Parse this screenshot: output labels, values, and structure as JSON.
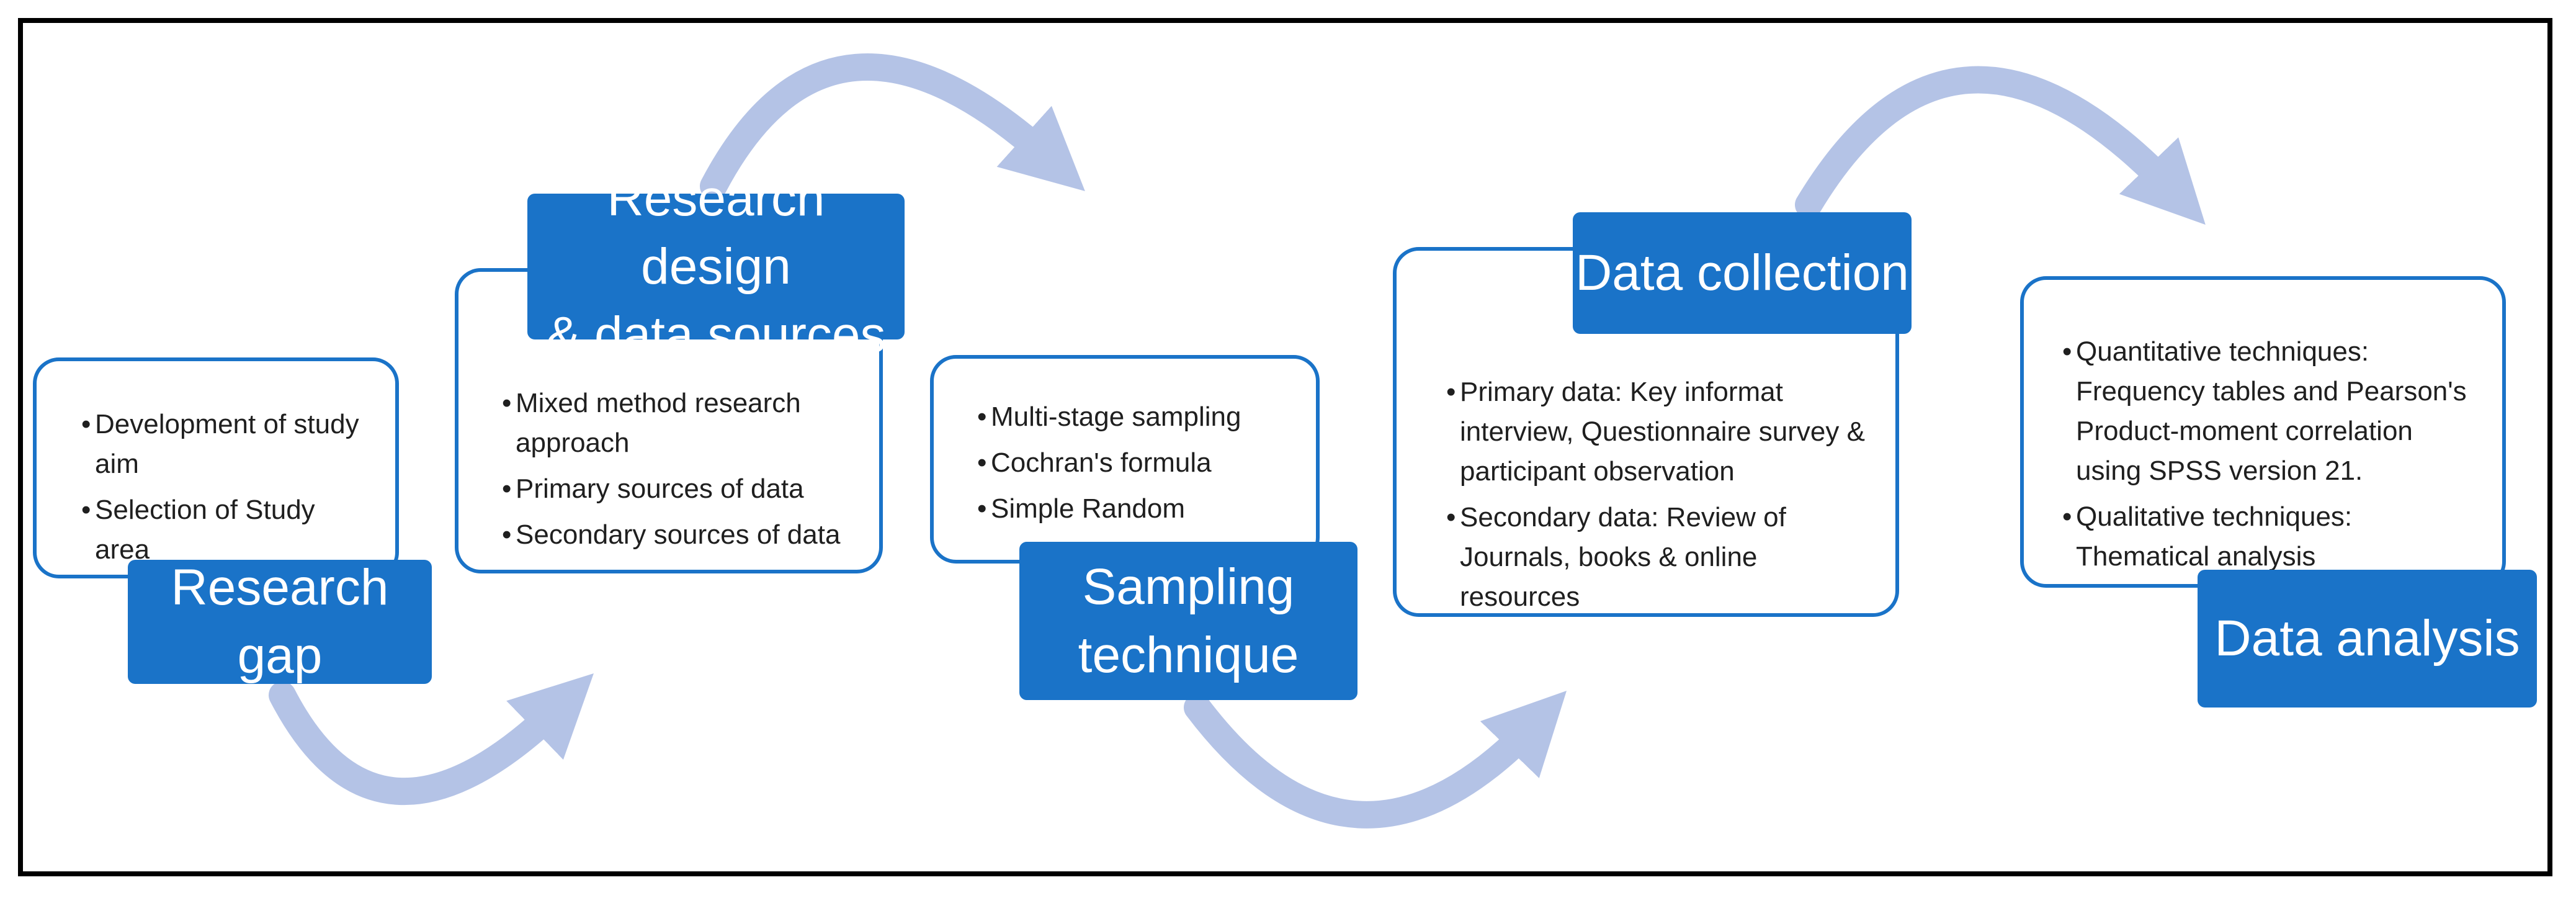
{
  "stages": [
    {
      "id": "research-gap",
      "title": "Research gap",
      "bullets": [
        "Development of study aim",
        "Selection of Study area"
      ]
    },
    {
      "id": "research-design",
      "title": "Research design\n& data sources",
      "bullets": [
        "Mixed method research approach",
        "Primary sources of data",
        "Secondary sources of data"
      ]
    },
    {
      "id": "sampling",
      "title": "Sampling\ntechnique",
      "bullets": [
        "Multi-stage sampling",
        "Cochran's formula",
        "Simple Random"
      ]
    },
    {
      "id": "data-collection",
      "title": "Data collection",
      "bullets": [
        "Primary  data: Key informat interview, Questionnaire survey & participant observation",
        "Secondary data: Review of Journals, books & online resources"
      ]
    },
    {
      "id": "data-analysis",
      "title": "Data analysis",
      "bullets": [
        "Quantitative techniques: Frequency tables and Pearson's Product-moment correlation using SPSS version 21.",
        "Qualitative techniques: Thematical analysis"
      ]
    }
  ],
  "colors": {
    "box_fill": "#1a73c8",
    "box_border": "#1a73c8",
    "arrow": "#b4c3e6",
    "frame": "#000000",
    "text": "#1f1f1f"
  }
}
